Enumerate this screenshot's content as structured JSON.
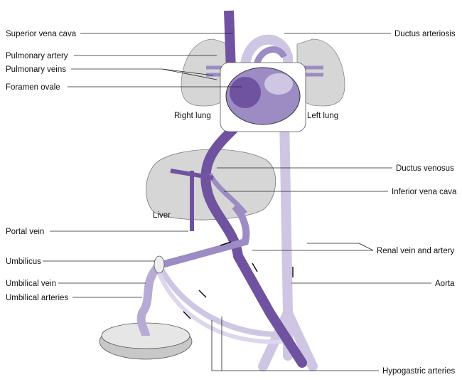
{
  "labels": {
    "superior_vena_cava": "Superior vena cava",
    "pulmonary_artery": "Pulmonary artery",
    "pulmonary_veins": "Pulmonary veins",
    "foramen_ovale": "Foramen ovale",
    "right_lung": "Right lung",
    "left_lung": "Left lung",
    "ductus_arteriosis": "Ductus arteriosis",
    "ductus_venosus": "Ductus venosus",
    "inferior_vena_cava": "Inferior vena cava",
    "liver": "Liver",
    "portal_vein": "Portal vein",
    "renal_vein_artery": "Renal vein and artery",
    "umbilicus": "Umbilicus",
    "umbilical_vein": "Umbilical vein",
    "umbilical_arteries": "Umbilical arteries",
    "aorta": "Aorta",
    "hypogastric_arteries": "Hypogastric arteries"
  },
  "colors": {
    "dark_purple": "#6f52a0",
    "mid_purple": "#9d8bc4",
    "light_purple": "#cfc6e4",
    "organ_grey": "#d6d6d6"
  }
}
